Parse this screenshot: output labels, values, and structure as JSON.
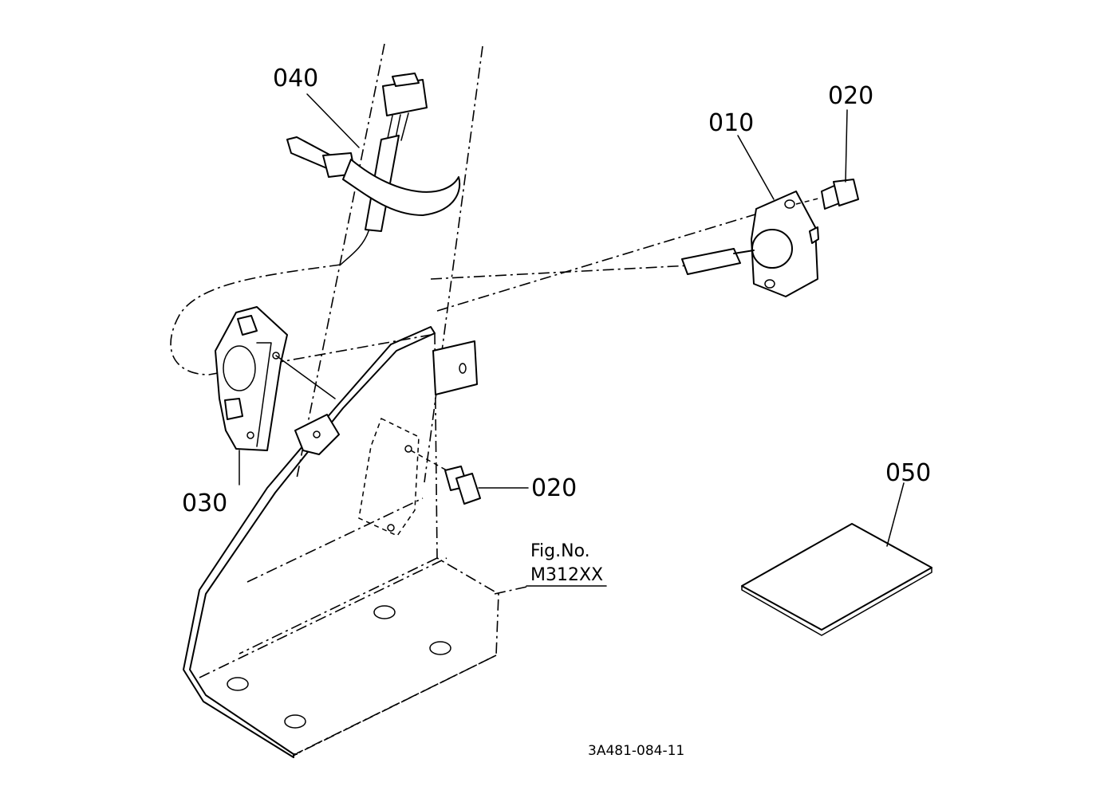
{
  "callouts": {
    "p010": "010",
    "p020_top": "020",
    "p020_mid": "020",
    "p030": "030",
    "p040": "040",
    "p050": "050"
  },
  "figure": {
    "fig_label": "Fig.No.",
    "fig_number": "M312XX",
    "drawing_code": "3A481-084-11"
  }
}
